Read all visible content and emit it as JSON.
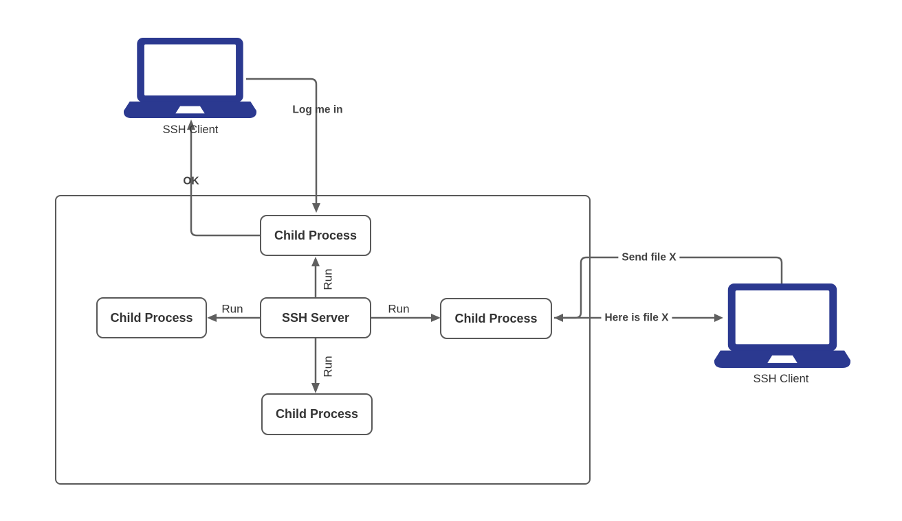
{
  "diagram": {
    "nodes": [
      {
        "id": "child-top",
        "label": "Child Process"
      },
      {
        "id": "child-left",
        "label": "Child Process"
      },
      {
        "id": "ssh-server",
        "label": "SSH Server"
      },
      {
        "id": "child-right",
        "label": "Child Process"
      },
      {
        "id": "child-bottom",
        "label": "Child Process"
      }
    ],
    "clients": [
      {
        "id": "client-left",
        "label": "SSH Client"
      },
      {
        "id": "client-right",
        "label": "SSH Client"
      }
    ],
    "edges": [
      {
        "id": "log-me-in",
        "label": "Log me in"
      },
      {
        "id": "ok",
        "label": "OK"
      },
      {
        "id": "run-up",
        "label": "Run"
      },
      {
        "id": "run-left",
        "label": "Run"
      },
      {
        "id": "run-right",
        "label": "Run"
      },
      {
        "id": "run-down",
        "label": "Run"
      },
      {
        "id": "send-file",
        "label": "Send file X"
      },
      {
        "id": "here-is-file",
        "label": "Here is file X"
      }
    ],
    "colors": {
      "laptop": "#2b3990",
      "wire": "#5f5f5f",
      "box-border": "#595959",
      "text": "#333333",
      "label-text": "#404040",
      "background": "#ffffff"
    }
  }
}
